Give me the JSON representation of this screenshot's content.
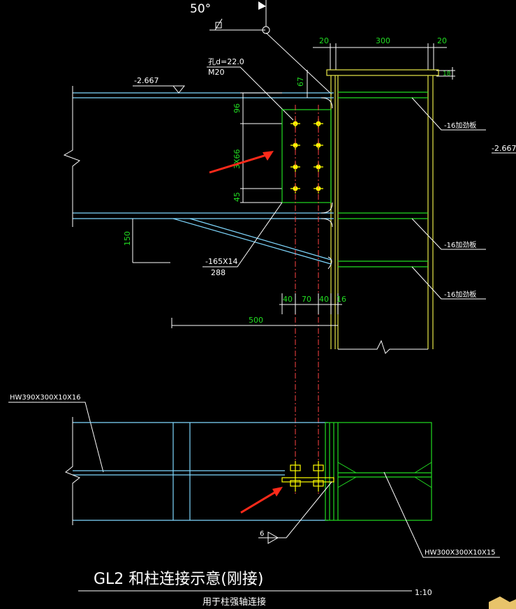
{
  "colors": {
    "background": "#000000",
    "annotation": "#ffffff",
    "beam": "#7fd8ff",
    "column": "#e8e84a",
    "plate": "#22dd22",
    "bolt": "#ffff00",
    "centerline": "#ff4444",
    "dimension": "#22dd22",
    "arrow": "#ff2a1a"
  },
  "labels": {
    "angle": "50°",
    "level_left": "-2.667",
    "level_right": "-2.667",
    "bolt_hole": "孔d=22.0",
    "bolt_size": "M20",
    "stiffener_1": "-16加劲板",
    "stiffener_2": "-16加劲板",
    "stiffener_3": "-16加劲板",
    "brace_plate_top": "-165X14",
    "brace_plate_bottom": "288",
    "beam_section": "HW390X300X10X16",
    "column_section": "HW300X300X10X15",
    "weld_size": "6",
    "title": "GL2 和柱连接示意(刚接)",
    "scale": "1:10",
    "subtitle": "用于柱强轴连接"
  },
  "dimensions": {
    "d20_left": "20",
    "d300": "300",
    "d20_right": "20",
    "d18": "18",
    "d67": "67",
    "d96": "96",
    "d3x66": "3X66",
    "d45": "45",
    "d150": "150",
    "d40a": "40",
    "d70": "70",
    "d40b": "40",
    "d16": "16",
    "d500": "500"
  }
}
